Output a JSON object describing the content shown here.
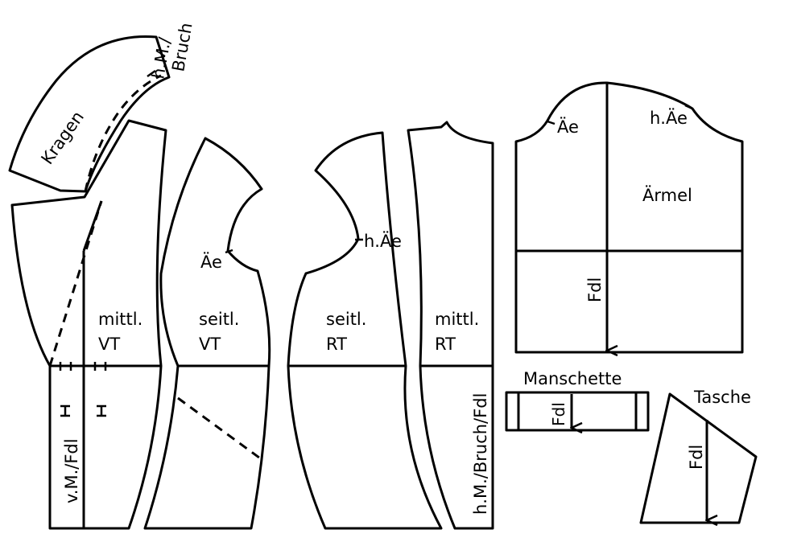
{
  "labels": {
    "kragen": "Kragen",
    "kragen_hm": "h.M./",
    "kragen_bruch": "Bruch",
    "mittl_vt_1": "mittl.",
    "mittl_vt_2": "VT",
    "vm_fdl": "v.M./Fdl",
    "seitl_vt_ae": "Äe",
    "seitl_vt_1": "seitl.",
    "seitl_vt_2": "VT",
    "seitl_rt_hae": "h.Äe",
    "seitl_rt_1": "seitl.",
    "seitl_rt_2": "RT",
    "mittl_rt_1": "mittl.",
    "mittl_rt_2": "RT",
    "hm_bruch_fdl": "h.M./Bruch/Fdl",
    "aermel_ae": "Äe",
    "aermel_hae": "h.Äe",
    "aermel": "Ärmel",
    "aermel_fdl": "Fdl",
    "manschette": "Manschette",
    "manschette_fdl": "Fdl",
    "tasche": "Tasche",
    "tasche_fdl": "Fdl"
  }
}
